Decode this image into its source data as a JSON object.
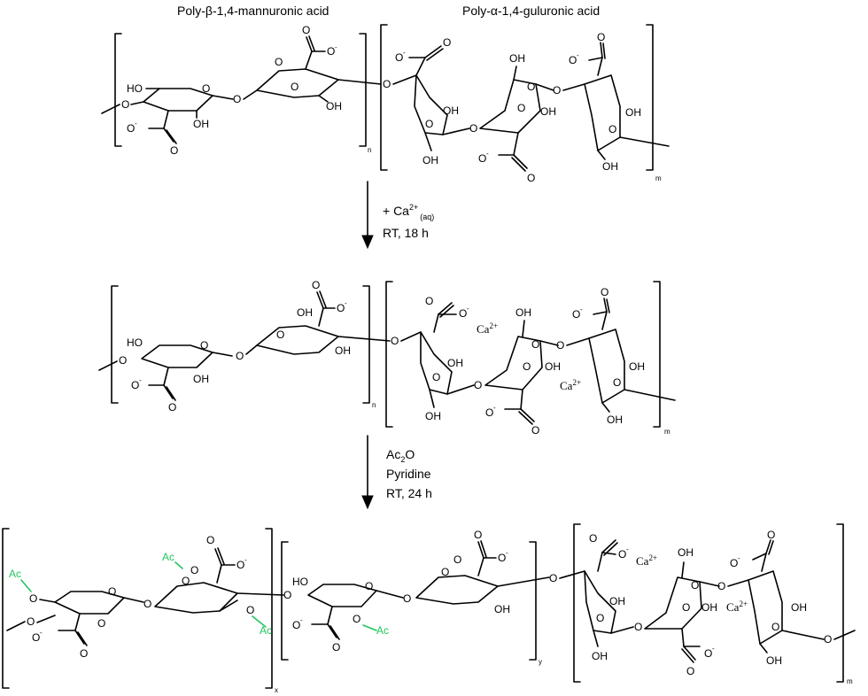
{
  "headings": {
    "mannuronic": "Poly-β-1,4-mannuronic acid",
    "guluronic": "Poly-α-1,4-guluronic acid"
  },
  "step1": {
    "reagent": "+ Ca",
    "charge": "2+",
    "state": "(aq)",
    "time": "RT, 18 h"
  },
  "step2": {
    "line1_a": "Ac",
    "line1_sub": "2",
    "line1_b": "O",
    "line2": "Pyridine",
    "line3": "RT, 24 h"
  },
  "labels": {
    "OH": "OH",
    "HO": "HO",
    "O": "O",
    "O_minus": "O",
    "minus": "-",
    "ca": "Ca",
    "ca_charge": "2+",
    "ac": "Ac",
    "n": "n",
    "m": "m",
    "x": "x",
    "y": "y"
  },
  "colors": {
    "acetyl": "#22c55e",
    "ink": "#000000"
  }
}
